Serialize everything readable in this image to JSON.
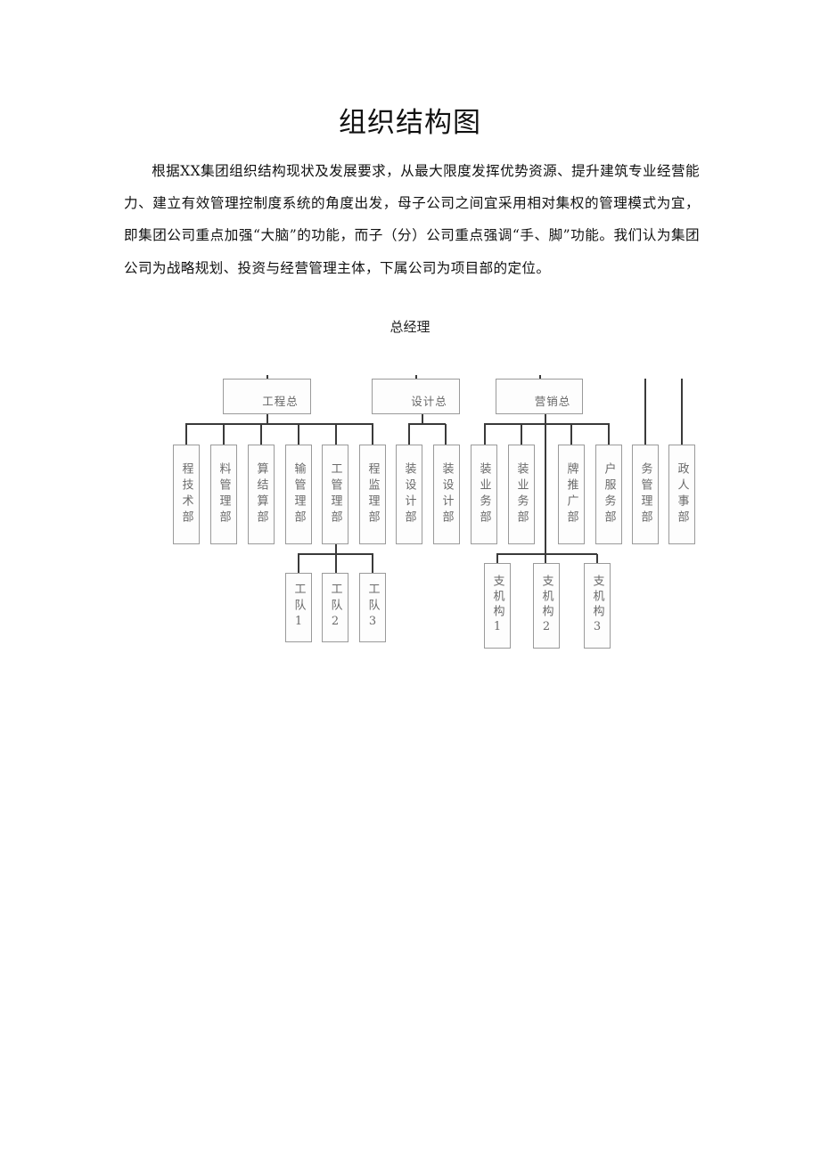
{
  "document": {
    "title": "组织结构图",
    "paragraph": "根据XX集团组织结构现状及发展要求，从最大限度发挥优势资源、提升建筑专业经营能力、建立有效管理控制度系统的角度出发，母子公司之间宜采用相对集权的管理模式为宜，即集团公司重点加强“大脑”的功能，而子（分）公司重点强调“手、脚”功能。我们认为集团公司为战略规划、投资与经营管理主体，下属公司为项目部的定位。"
  },
  "org_chart": {
    "root": "总经理",
    "level1": [
      {
        "label": "工程总"
      },
      {
        "label": "设计总"
      },
      {
        "label": "营销总"
      }
    ],
    "departments": [
      {
        "label": "程技术部",
        "parent": "工程总"
      },
      {
        "label": "料管理部",
        "parent": "工程总"
      },
      {
        "label": "算结算部",
        "parent": "工程总"
      },
      {
        "label": "输管理部",
        "parent": "工程总"
      },
      {
        "label": "工管理部",
        "parent": "工程总"
      },
      {
        "label": "程监理部",
        "parent": "工程总"
      },
      {
        "label": "装设计部",
        "parent": "设计总"
      },
      {
        "label": "装设计部",
        "parent": "设计总"
      },
      {
        "label": "装业务部",
        "parent": "营销总"
      },
      {
        "label": "装业务部",
        "parent": "营销总"
      },
      {
        "label": "牌推广部",
        "parent": "营销总"
      },
      {
        "label": "户服务部",
        "parent": "营销总"
      },
      {
        "label": "务管理部",
        "parent": "总经理"
      },
      {
        "label": "政人事部",
        "parent": "总经理"
      }
    ],
    "teams": [
      {
        "label": "工队1",
        "parent": "工管理部"
      },
      {
        "label": "工队2",
        "parent": "工管理部"
      },
      {
        "label": "工队3",
        "parent": "工管理部"
      }
    ],
    "branches": [
      {
        "label": "支机构1",
        "parent": "营销总"
      },
      {
        "label": "支机构2",
        "parent": "营销总"
      },
      {
        "label": "支机构3",
        "parent": "营销总"
      }
    ]
  }
}
